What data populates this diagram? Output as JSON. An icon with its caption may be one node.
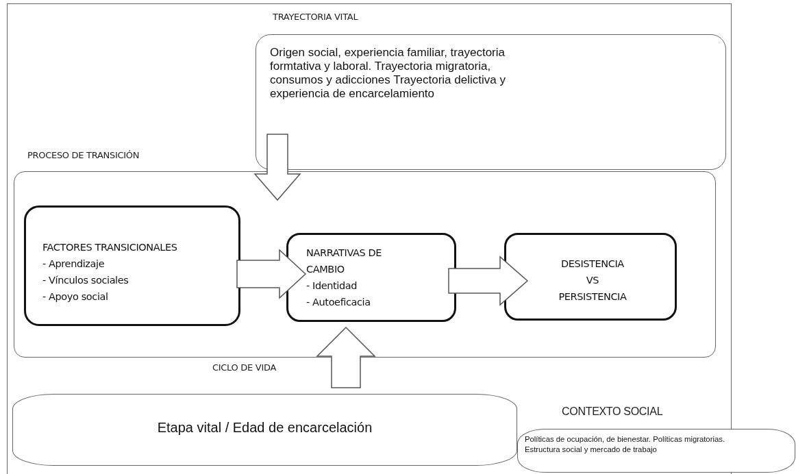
{
  "diagram": {
    "nodes": [
      {
        "text": [
          "TRAYECTORIA VITAL",
          "Origen social, experiencia familiar, trayectoria formtativa y laboral. Trayectoria migratoria, consumos y adicciones Trayectoria delictiva y experiencia de encarcelamiento"
        ]
      },
      {
        "text": [
          "PROCESO DE TRANSICIÓN"
        ]
      },
      {
        "text": [
          "FACTORES TRANSICIONALES",
          "- Aprendizaje",
          "- Vínculos sociales",
          "- Apoyo social"
        ],
        "in": 1
      },
      {
        "text": [
          "NARRATIVAS DE CAMBIO",
          "- Identidad",
          "- Autoeficacia"
        ],
        "in": 1
      },
      {
        "text": [
          "DESISTENCIA VS PERSISTENCIA"
        ],
        "in": 1
      },
      {
        "text": [
          "CICLO DE VIDA",
          "Etapa vital / Edad de encarcelación"
        ]
      },
      {
        "text": [
          "CONTEXTO SOCIAL",
          "Políticas de ocupación, de bienestar. Políticas migratorias. Estructura social y mercado de trabajo"
        ]
      }
    ],
    "edges": [
      {
        "from": 0,
        "to": 1,
        "arrow": "to"
      },
      {
        "from": 2,
        "to": 3,
        "arrow": "to"
      },
      {
        "from": 3,
        "to": 4,
        "arrow": "to"
      },
      {
        "from": 5,
        "to": 3,
        "arrow": "to"
      }
    ]
  }
}
